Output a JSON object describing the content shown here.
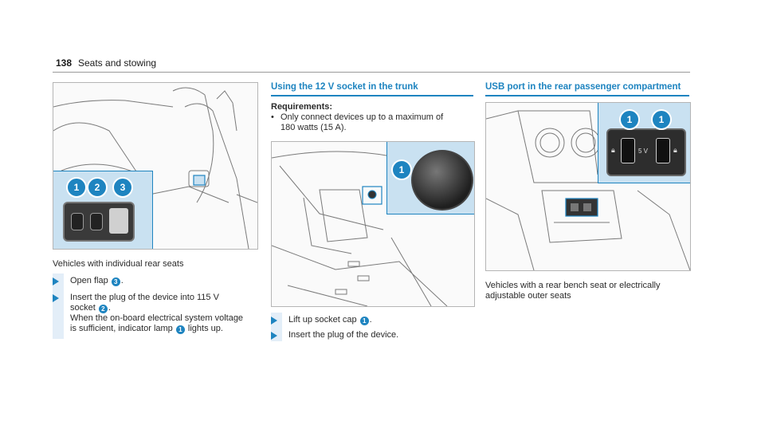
{
  "header": {
    "page_number": "138",
    "section": "Seats and stowing"
  },
  "col1": {
    "fig_badges": [
      "1",
      "2",
      "3"
    ],
    "caption": "Vehicles with individual rear seats",
    "step1": {
      "pre": "Open flap ",
      "ref": "3",
      "post": "."
    },
    "step2": {
      "line1": "Insert the plug of the device into 115 V",
      "line2_pre": "socket ",
      "line2_ref": "2",
      "line2_post": ".",
      "line3": "When the on-board electrical system voltage",
      "line4_pre": "is sufficient, indicator lamp ",
      "line4_ref": "1",
      "line4_post": " lights up."
    }
  },
  "col2": {
    "title": "Using the 12 V socket in the trunk",
    "req_title": "Requirements:",
    "req_line1": "Only connect devices up to a maximum of",
    "req_line2": "180 watts (15 A).",
    "bullet": "•",
    "fig_badge": "1",
    "step1": {
      "pre": "Lift up socket cap ",
      "ref": "1",
      "post": "."
    },
    "step2": "Insert the plug of the device."
  },
  "col3": {
    "title": "USB port in the rear passenger compartment",
    "fig_badges": [
      "1",
      "1"
    ],
    "usb_label": "5 V",
    "caption_line1": "Vehicles with a rear bench seat or electrically",
    "caption_line2": "adjustable outer seats"
  },
  "colors": {
    "accent": "#1e84c0",
    "inset_bg": "#c9e1f1",
    "step_bar": "#e3eef8"
  },
  "icons": [
    "step-arrow-icon",
    "usb-port-icon",
    "lock-icon",
    "socket-icon",
    "seat-illustration"
  ]
}
